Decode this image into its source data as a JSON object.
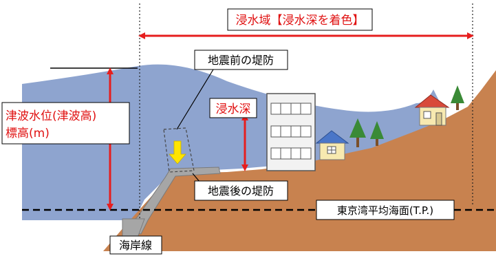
{
  "labels": {
    "inundation_area": "浸水域【浸水深を着色】",
    "dike_before": "地震前の堤防",
    "inundation_depth": "浸水深",
    "tsunami_height_line1": "津波水位(津波高)",
    "tsunami_height_line2": "標高(m)",
    "dike_after": "地震後の堤防",
    "mean_sea_level": "東京湾平均海面(T.P.)",
    "coastline": "海岸線"
  },
  "colors": {
    "water": "#8ea4cf",
    "ground": "#c8824f",
    "arrow_red": "#e61e1e",
    "subsidence_arrow": "#ffe400",
    "label_red": "#e01010",
    "dike": "#a6a6a6"
  },
  "icons": {
    "red-double-arrow": "double-headed arrow",
    "yellow-down-arrow": "downward arrow"
  }
}
